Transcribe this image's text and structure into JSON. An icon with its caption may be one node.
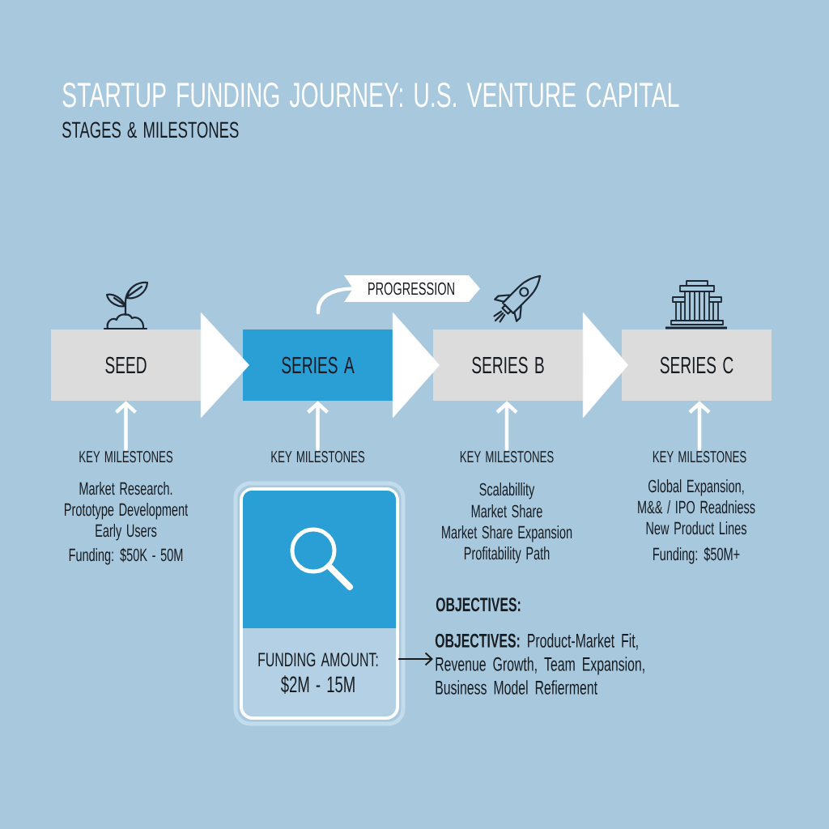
{
  "diagram": {
    "title": "STARTUP FUNDING JOURNEY: U.S. VENTURE CAPITAL",
    "nodes": [
      {
        "text": [
          "PROGRESSION"
        ]
      },
      {
        "text": [
          "SEED"
        ]
      },
      {
        "text": [
          "SERIES A"
        ]
      },
      {
        "text": [
          "SERIES B"
        ]
      },
      {
        "text": [
          "SERIES C"
        ]
      },
      {
        "text": [
          "KEY MILESTONES",
          "Market Research.",
          "Prototype Development",
          "Early Users",
          "Funding: $50K - 50M"
        ]
      },
      {
        "text": [
          "KEY MILESTONES"
        ]
      },
      {
        "text": [
          "KEY MILESTONES",
          "Scalabillity",
          "Market Share",
          "Market Share Expansion",
          "Profitability Path"
        ]
      },
      {
        "text": [
          "KEY MILESTONES",
          "Global Expansion,",
          "M&& / IPO Readniess",
          "New Product Lines",
          "Funding: $50M+"
        ]
      },
      {
        "text": [
          "FUNDING AMOUNT:",
          "$2M - 15M"
        ]
      },
      {
        "text": [
          "OBJECTIVES:",
          "**OBJECTIVES:** Product-Market Fit, Revenue Growth, Team Expansion, Business Model Refierment"
        ]
      }
    ],
    "edges": [
      {
        "from": 1,
        "to": 2,
        "arrow": "to",
        "style": "thick"
      },
      {
        "from": 2,
        "to": 3,
        "arrow": "to",
        "style": "thick"
      },
      {
        "from": 3,
        "to": 4,
        "arrow": "to",
        "style": "thick"
      },
      {
        "from": null,
        "to": 0,
        "arrow": "none"
      },
      {
        "from": 5,
        "to": 1,
        "arrow": "to"
      },
      {
        "from": 6,
        "to": 2,
        "arrow": "to"
      },
      {
        "from": 7,
        "to": 3,
        "arrow": "to"
      },
      {
        "from": 8,
        "to": 4,
        "arrow": "to"
      },
      {
        "from": 9,
        "to": 10,
        "arrow": "to",
        "color": "#1a1a1a"
      }
    ],
    "labels": [
      "STAGES & MILESTONES"
    ]
  }
}
